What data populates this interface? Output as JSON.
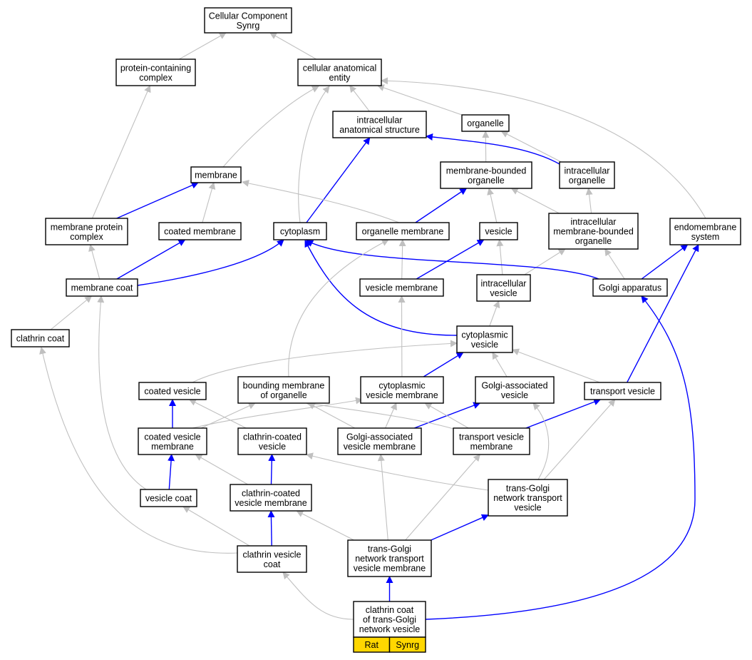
{
  "colors": {
    "gray_edge": "#c0c0c0",
    "blue_edge": "#0000ff",
    "highlight": "#ffd700"
  },
  "nodes": {
    "cellular_component": {
      "lines": [
        "Cellular Component",
        "Synrg"
      ]
    },
    "protein_complex": {
      "lines": [
        "protein-containing",
        "complex"
      ]
    },
    "cellular_anatomical_entity": {
      "lines": [
        "cellular anatomical",
        "entity"
      ]
    },
    "intracellular_structure": {
      "lines": [
        "intracellular",
        "anatomical structure"
      ]
    },
    "organelle": {
      "lines": [
        "organelle"
      ]
    },
    "membrane": {
      "lines": [
        "membrane"
      ]
    },
    "membrane_bounded_organelle": {
      "lines": [
        "membrane-bounded",
        "organelle"
      ]
    },
    "intracellular_organelle": {
      "lines": [
        "intracellular",
        "organelle"
      ]
    },
    "membrane_protein_complex": {
      "lines": [
        "membrane protein",
        "complex"
      ]
    },
    "coated_membrane": {
      "lines": [
        "coated membrane"
      ]
    },
    "cytoplasm": {
      "lines": [
        "cytoplasm"
      ]
    },
    "organelle_membrane": {
      "lines": [
        "organelle membrane"
      ]
    },
    "vesicle": {
      "lines": [
        "vesicle"
      ]
    },
    "intracellular_mb_organelle": {
      "lines": [
        "intracellular",
        "membrane-bounded",
        "organelle"
      ]
    },
    "endomembrane_system": {
      "lines": [
        "endomembrane",
        "system"
      ]
    },
    "membrane_coat": {
      "lines": [
        "membrane coat"
      ]
    },
    "vesicle_membrane": {
      "lines": [
        "vesicle membrane"
      ]
    },
    "intracellular_vesicle": {
      "lines": [
        "intracellular",
        "vesicle"
      ]
    },
    "golgi_apparatus": {
      "lines": [
        "Golgi apparatus"
      ]
    },
    "clathrin_coat": {
      "lines": [
        "clathrin coat"
      ]
    },
    "cytoplasmic_vesicle": {
      "lines": [
        "cytoplasmic",
        "vesicle"
      ]
    },
    "coated_vesicle": {
      "lines": [
        "coated vesicle"
      ]
    },
    "bounding_membrane": {
      "lines": [
        "bounding membrane",
        "of organelle"
      ]
    },
    "cytoplasmic_vesicle_membrane": {
      "lines": [
        "cytoplasmic",
        "vesicle membrane"
      ]
    },
    "golgi_associated_vesicle": {
      "lines": [
        "Golgi-associated",
        "vesicle"
      ]
    },
    "transport_vesicle": {
      "lines": [
        "transport vesicle"
      ]
    },
    "coated_vesicle_membrane": {
      "lines": [
        "coated vesicle",
        "membrane"
      ]
    },
    "clathrin_coated_vesicle": {
      "lines": [
        "clathrin-coated",
        "vesicle"
      ]
    },
    "golgi_associated_vesicle_membrane": {
      "lines": [
        "Golgi-associated",
        "vesicle membrane"
      ]
    },
    "transport_vesicle_membrane": {
      "lines": [
        "transport vesicle",
        "membrane"
      ]
    },
    "vesicle_coat": {
      "lines": [
        "vesicle coat"
      ]
    },
    "clathrin_coated_vesicle_membrane": {
      "lines": [
        "clathrin-coated",
        "vesicle membrane"
      ]
    },
    "tgn_transport_vesicle": {
      "lines": [
        "trans-Golgi",
        "network transport",
        "vesicle"
      ]
    },
    "clathrin_vesicle_coat": {
      "lines": [
        "clathrin vesicle",
        "coat"
      ]
    },
    "tgn_transport_vesicle_membrane": {
      "lines": [
        "trans-Golgi",
        "network transport",
        "vesicle membrane"
      ]
    },
    "clathrin_coat_tgn_vesicle": {
      "lines": [
        "clathrin coat",
        "of trans-Golgi",
        "network vesicle"
      ]
    }
  },
  "species_labels": [
    "Rat",
    "Synrg"
  ]
}
